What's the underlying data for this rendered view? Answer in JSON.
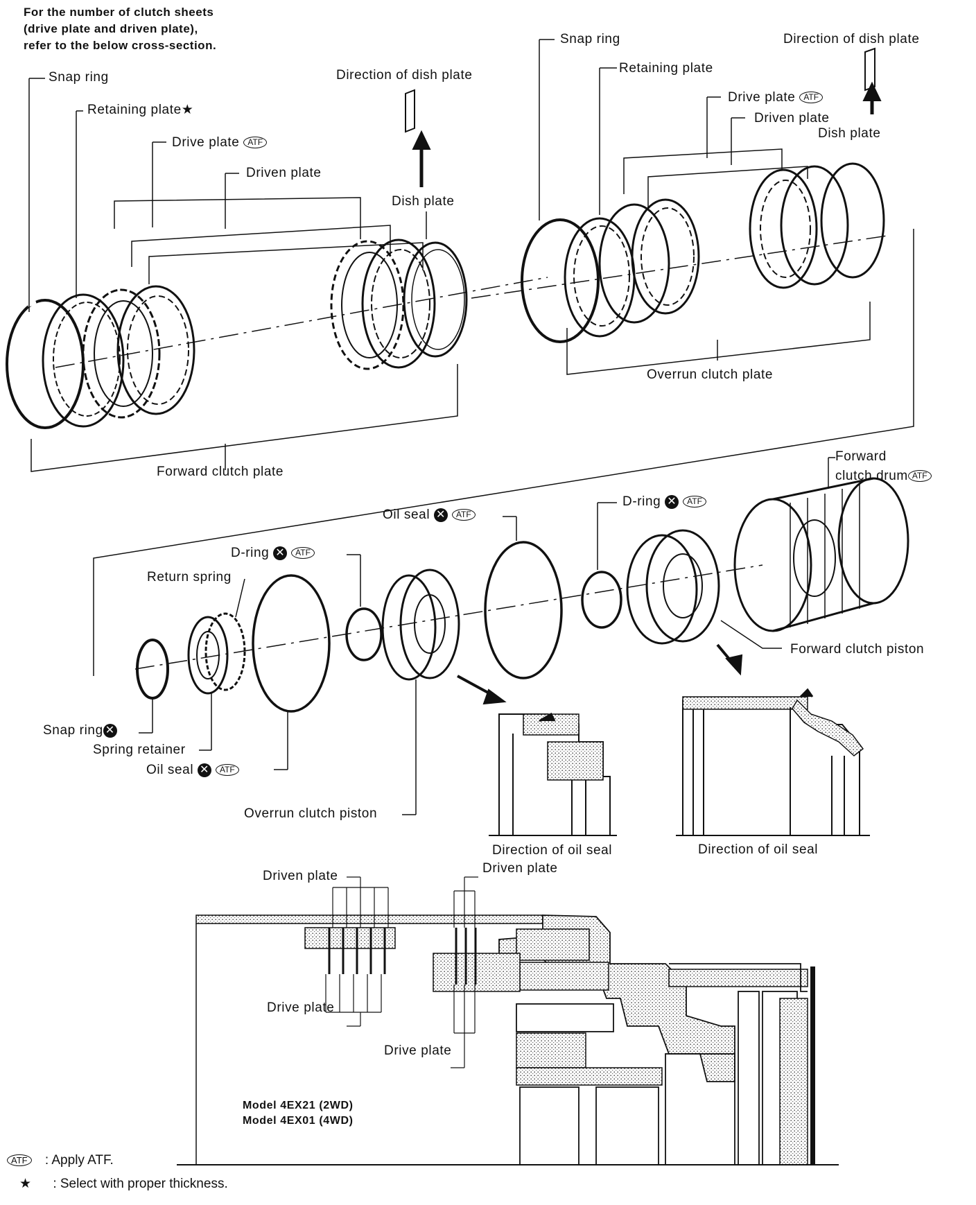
{
  "note": "For the number of clutch sheets (drive plate and driven plate), refer to the below cross-section.",
  "note_lines": [
    "For the number of clutch sheets",
    "(drive plate and driven plate),",
    "refer to the below cross-section."
  ],
  "labels": {
    "snap_ring_left": "Snap ring",
    "retaining_plate_left": "Retaining plate",
    "drive_plate_left": "Drive plate",
    "driven_plate_left": "Driven plate",
    "direction_dish_left": "Direction of dish plate",
    "dish_plate_left": "Dish plate",
    "snap_ring_right": "Snap ring",
    "retaining_plate_right": "Retaining plate",
    "drive_plate_right": "Drive plate",
    "driven_plate_right": "Driven plate",
    "direction_dish_right": "Direction of dish plate",
    "dish_plate_right": "Dish plate",
    "overrun_clutch_plate": "Overrun clutch plate",
    "forward_clutch_plate": "Forward clutch plate",
    "forward_clutch_drum_1": "Forward",
    "forward_clutch_drum_2": "clutch drum",
    "oil_seal_top": "Oil seal",
    "d_ring_right": "D-ring",
    "d_ring_left": "D-ring",
    "return_spring": "Return spring",
    "forward_clutch_piston": "Forward clutch piston",
    "snap_ring_bottom": "Snap ring",
    "spring_retainer": "Spring retainer",
    "oil_seal_bottom": "Oil seal",
    "overrun_clutch_piston": "Overrun clutch piston",
    "direction_oil_seal_1": "Direction of oil seal",
    "direction_oil_seal_2": "Direction of oil seal",
    "driven_plate_cs1": "Driven plate",
    "driven_plate_cs2": "Driven plate",
    "drive_plate_cs1": "Drive plate",
    "drive_plate_cs2": "Drive plate",
    "model_1": "Model 4EX21 (2WD)",
    "model_2": "Model 4EX01 (4WD)"
  },
  "symbols": {
    "atf": "ATF",
    "star": "★",
    "x_mark": "✕"
  },
  "legend": [
    {
      "symbol": "ATF",
      "text": ": Apply ATF."
    },
    {
      "symbol": "★",
      "text": ": Select with proper thickness."
    }
  ]
}
